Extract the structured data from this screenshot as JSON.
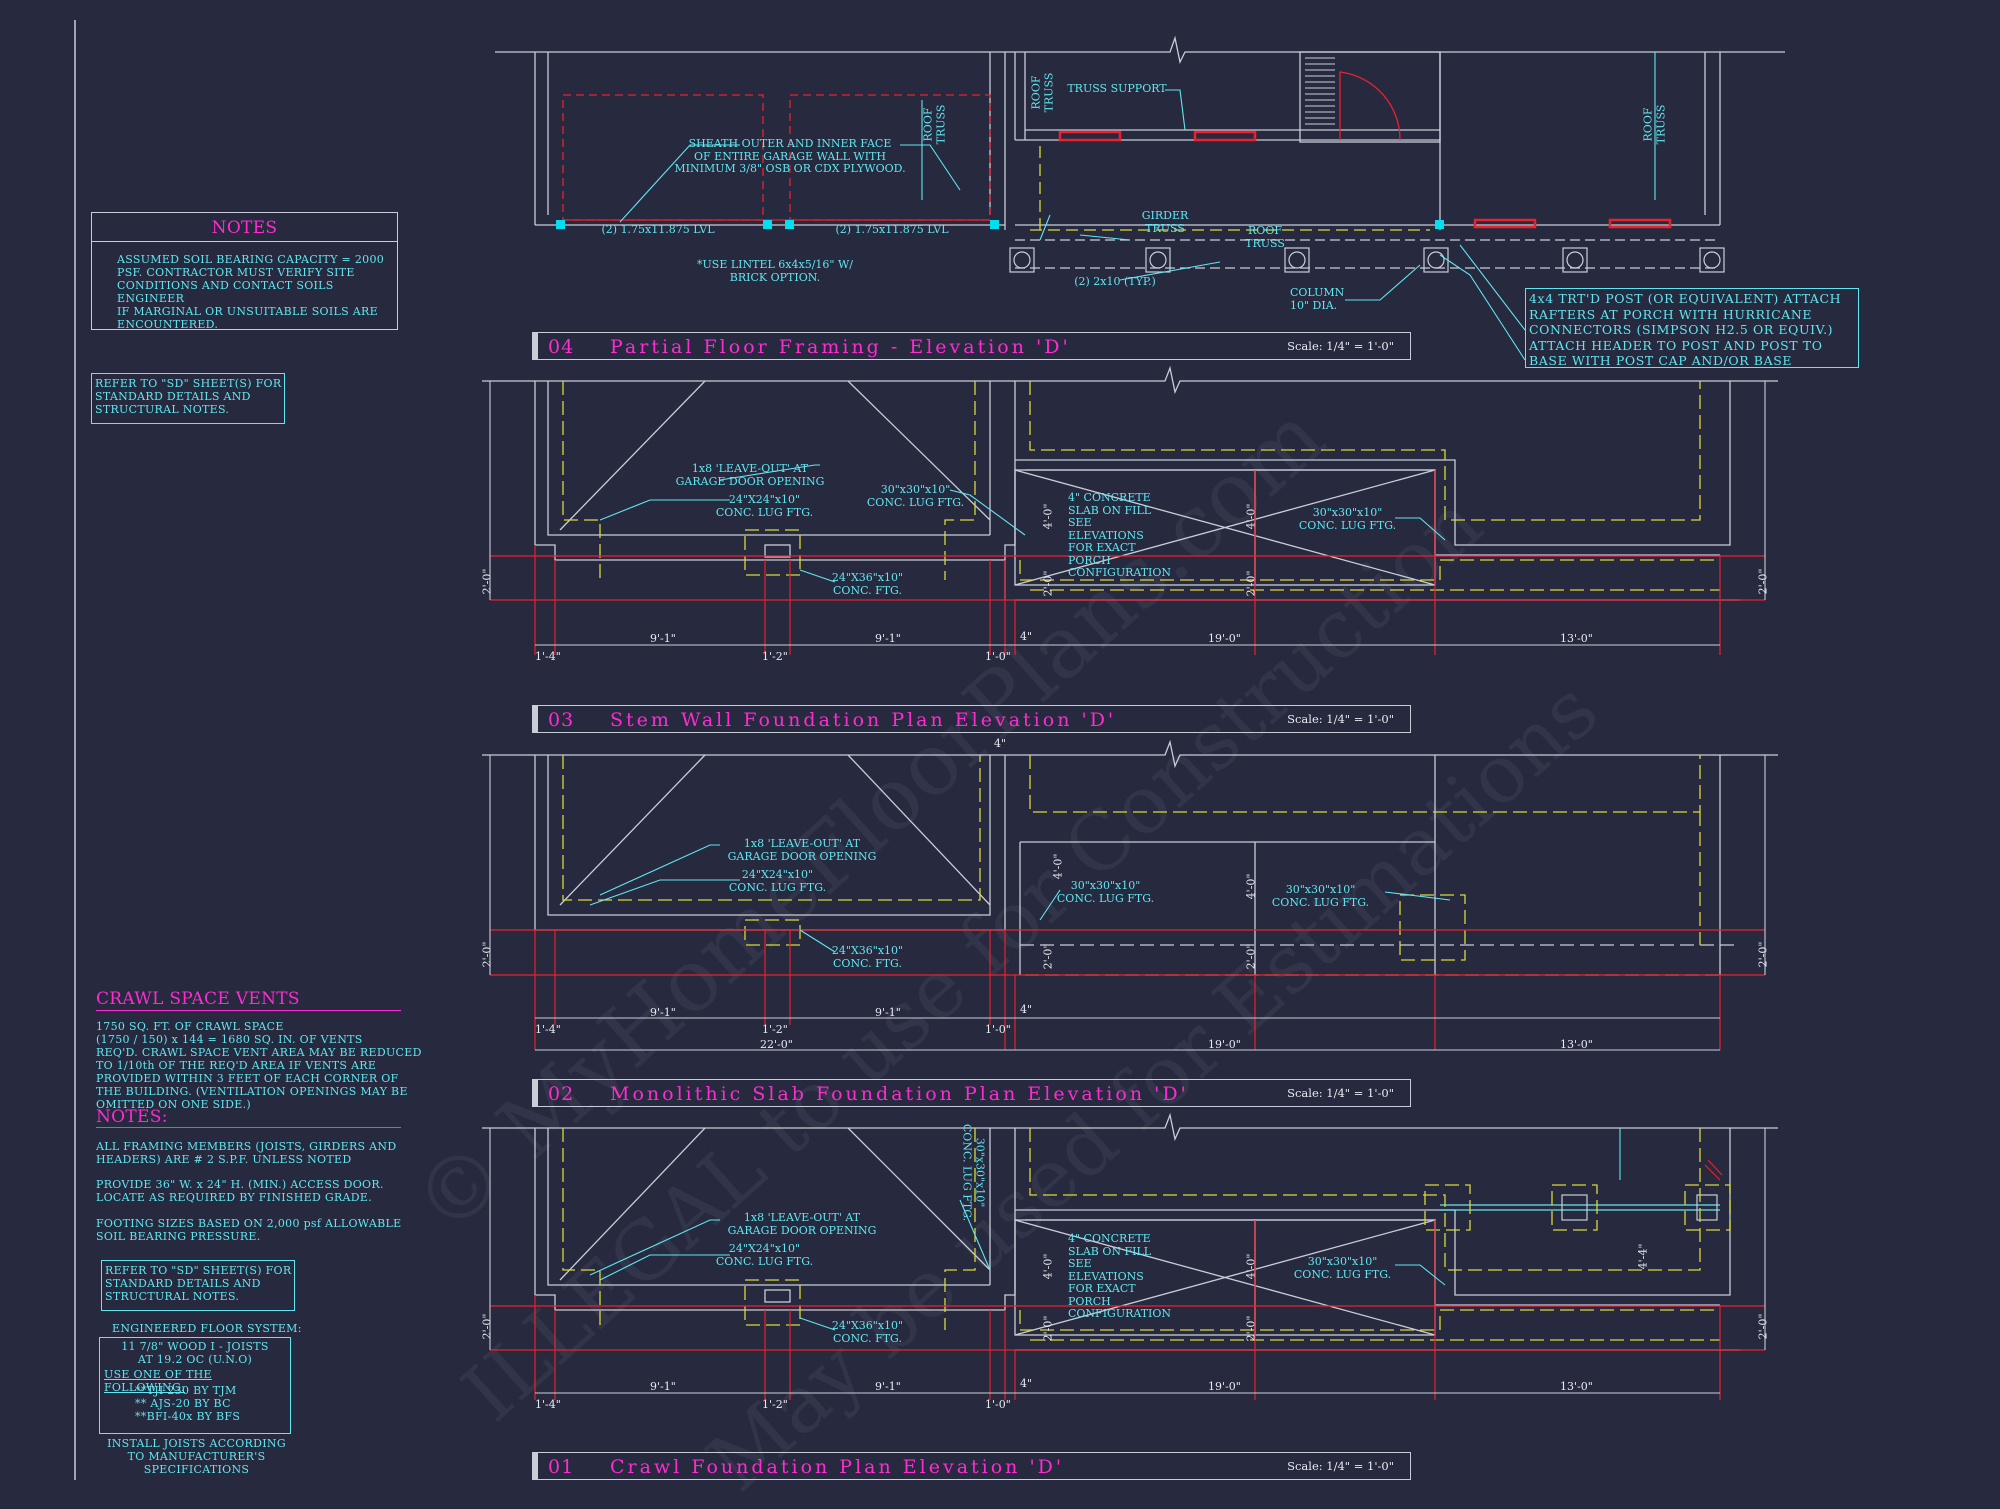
{
  "notes_box": {
    "title": "NOTES",
    "text": "ASSUMED SOIL BEARING CAPACITY = 2000\nPSF.  CONTRACTOR MUST VERIFY SITE\nCONDITIONS AND CONTACT SOILS ENGINEER\nIF MARGINAL OR UNSUITABLE SOILS ARE\nENCOUNTERED."
  },
  "refer_note_top": "REFER TO \"SD\" SHEET(S) FOR\nSTANDARD DETAILS AND\nSTRUCTURAL NOTES.",
  "crawl_space": {
    "title": "CRAWL SPACE VENTS",
    "text": "1750 SQ. FT. OF CRAWL SPACE\n(1750 / 150) x 144 = 1680 SQ. IN. OF VENTS\nREQ'D. CRAWL SPACE VENT AREA MAY BE REDUCED\nTO 1/10th OF THE REQ'D AREA IF VENTS ARE\nPROVIDED WITHIN 3 FEET OF EACH CORNER OF\nTHE BUILDING.  (VENTILATION OPENINGS MAY BE\nOMITTED ON ONE SIDE.)"
  },
  "notes2": {
    "title": "NOTES:",
    "item1": "ALL FRAMING MEMBERS (JOISTS, GIRDERS AND\nHEADERS) ARE # 2 S.P.F. UNLESS NOTED",
    "item2": "PROVIDE 36\" W. x 24\" H. (MIN.) ACCESS DOOR.\nLOCATE AS REQUIRED BY FINISHED GRADE.",
    "item3": "FOOTING SIZES BASED ON 2,000 psf ALLOWABLE\nSOIL BEARING PRESSURE."
  },
  "refer_note_bottom": "REFER TO \"SD\" SHEET(S) FOR\nSTANDARD DETAILS AND\nSTRUCTURAL NOTES.",
  "floor_system": {
    "title": "ENGINEERED FLOOR SYSTEM:",
    "line1": "11 7/8\" WOOD I - JOISTS\nAT 19.2 OC (U.N.O)",
    "line2": "USE ONE OF THE FOLLOWING:",
    "line3": "**TJI 230 BY TJM\n** AJS-20 BY BC\n**BFI-40x BY BFS"
  },
  "install_note": "INSTALL JOISTS ACCORDING\nTO MANUFACTURER'S SPECIFICATIONS",
  "framing": {
    "sheath": "SHEATH OUTER AND INNER FACE\nOF ENTIRE GARAGE WALL WITH\nMINIMUM 3/8\" OSB OR CDX PLYWOOD.",
    "lvl_left": "(2) 1.75x11.875 LVL",
    "lvl_right": "(2) 1.75x11.875 LVL",
    "lintel": "*USE LINTEL 6x4x5/16\" W/\nBRICK OPTION.",
    "roof_truss": "ROOF\nTRUSS",
    "truss_support": "TRUSS SUPPORT",
    "girder_truss": "GIRDER TRUSS",
    "two_by_ten": "(2) 2x10 (TYP.)",
    "column": "COLUMN\n10\" DIA.",
    "post_note": "4x4 TRT'D POST (OR EQUIVALENT) ATTACH\nRAFTERS AT PORCH WITH HURRICANE\nCONNECTORS (SIMPSON H2.5 OR EQUIV.)\nATTACH HEADER TO POST AND POST TO\nBASE WITH POST CAP AND/OR BASE"
  },
  "labels": {
    "leave_out": "1x8 'LEAVE-OUT' AT\nGARAGE DOOR OPENING",
    "ftg_24x24": "24\"X24\"x10\"\nCONC. LUG FTG.",
    "ftg_30x30": "30\"x30\"x10\"\nCONC. LUG FTG.",
    "ftg_24x36": "24\"X36\"x10\"\nCONC. FTG.",
    "slab": "4\" CONCRETE\nSLAB ON FILL\nSEE ELEVATIONS\nFOR EXACT PORCH\nCONFIGURATION",
    "ftg_vertical": "30\"x30\"x10\"\nCONC. LUG FTG."
  },
  "dims": {
    "d_1_4": "1'-4\"",
    "d_9_1": "9'-1\"",
    "d_1_2": "1'-2\"",
    "d_1_0": "1'-0\"",
    "d_4in": "4\"",
    "d_19_0": "19'-0\"",
    "d_13_0": "13'-0\"",
    "d_22_0": "22'-0\"",
    "d_2_0": "2'-0\"",
    "d_4_0": "4'-0\"",
    "d_4_4": "4'-4\""
  },
  "titles": [
    {
      "num": "04",
      "name": "Partial Floor Framing - Elevation 'D'",
      "scale": "Scale: 1/4\" = 1'-0\""
    },
    {
      "num": "03",
      "name": "Stem Wall Foundation Plan Elevation 'D'",
      "scale": "Scale: 1/4\" = 1'-0\""
    },
    {
      "num": "02",
      "name": "Monolithic Slab Foundation Plan Elevation 'D'",
      "scale": "Scale: 1/4\" = 1'-0\""
    },
    {
      "num": "01",
      "name": "Crawl Foundation Plan Elevation 'D'",
      "scale": "Scale: 1/4\" = 1'-0\""
    }
  ],
  "watermark": {
    "line1": "© MyHomeFloorPlans.com",
    "line2": "ILLEGAL to use for Construction",
    "line3": "May be used for Estimations"
  },
  "colors": {
    "background": "#272a3e",
    "cyan": "#5fe6f0",
    "magenta": "#ff2bd2",
    "red": "#e8222e",
    "yellow": "#d8d83a",
    "white": "#c9cdd8"
  }
}
